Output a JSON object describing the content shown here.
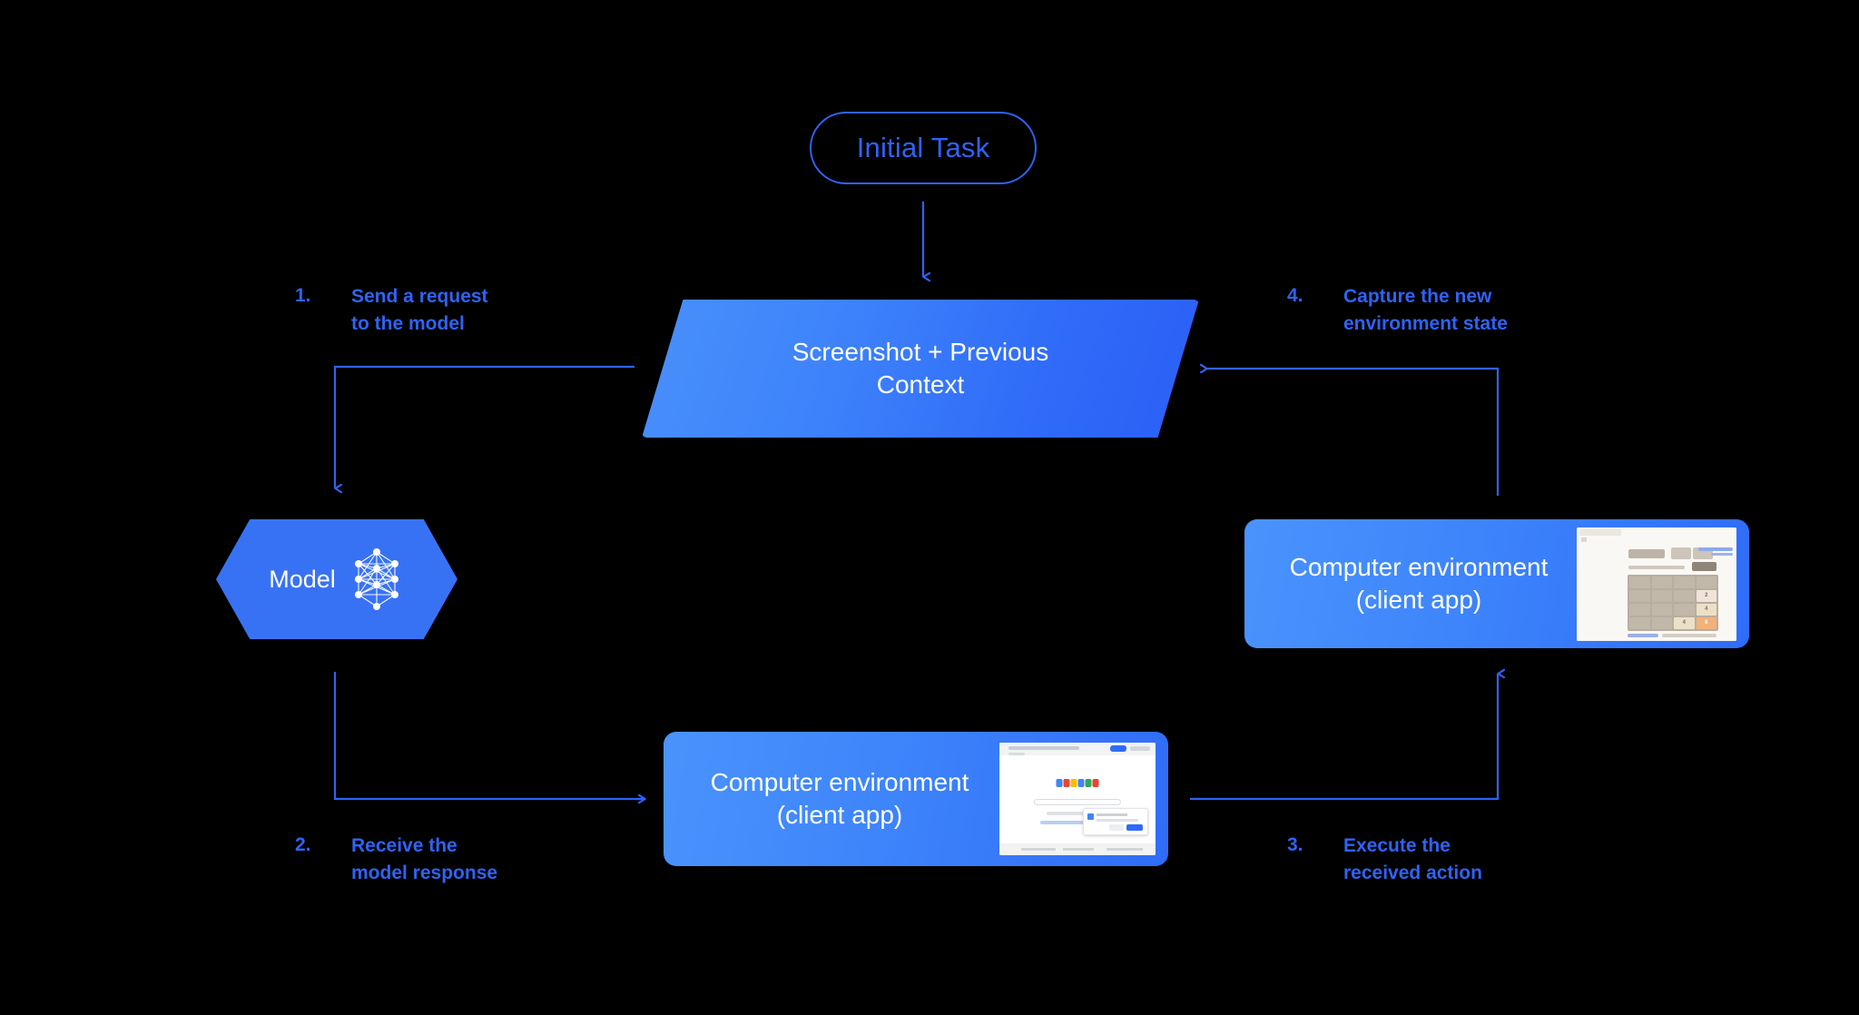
{
  "diagram": {
    "title_node": {
      "label": "Initial Task"
    },
    "context_node": {
      "line1": "Screenshot + Previous",
      "line2": "Context"
    },
    "model_node": {
      "label": "Model",
      "icon": "neural-network-icon"
    },
    "env_bottom": {
      "line1": "Computer environment",
      "line2": "(client app)",
      "thumbnail": "google-search-screenshot"
    },
    "env_right": {
      "line1": "Computer environment",
      "line2": "(client app)",
      "thumbnail": "2048-game-screenshot"
    },
    "steps": [
      {
        "num": "1.",
        "text": "Send a request\nto the model"
      },
      {
        "num": "2.",
        "text": "Receive the\nmodel response"
      },
      {
        "num": "3.",
        "text": "Execute the\nreceived action"
      },
      {
        "num": "4.",
        "text": "Capture the new\nenvironment state"
      }
    ],
    "colors": {
      "background": "#000000",
      "accent": "#2f63f5",
      "node_blue_light": "#4a93fc",
      "node_blue_dark": "#2b5ff6",
      "hexagon": "#3872f4",
      "text_on_node": "#ffffff"
    },
    "thumbnail_2048": {
      "tiles": [
        [
          "",
          "",
          "",
          ""
        ],
        [
          "",
          "",
          "",
          "2"
        ],
        [
          "",
          "",
          "",
          "4"
        ],
        [
          "",
          "",
          "4",
          "8"
        ]
      ]
    }
  }
}
